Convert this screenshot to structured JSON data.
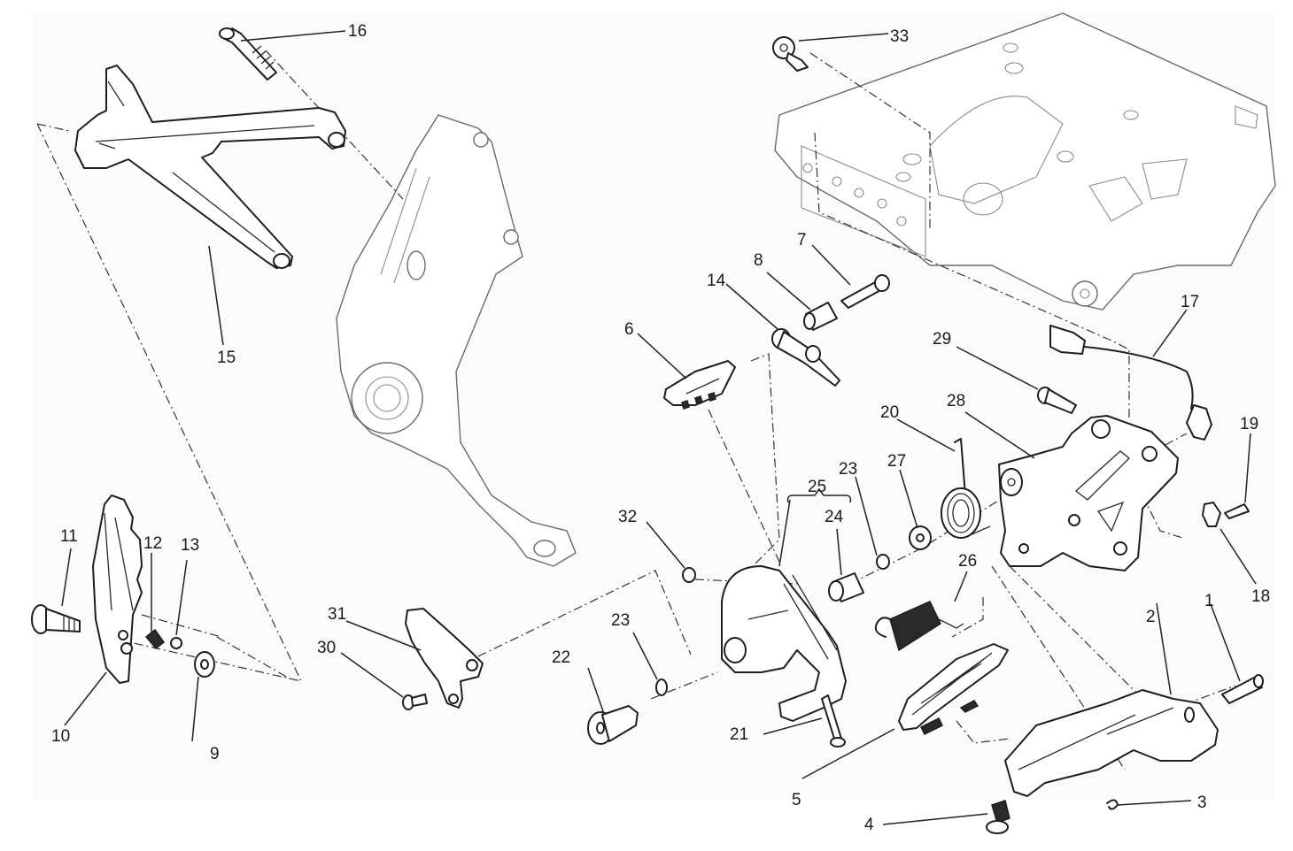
{
  "diagram": {
    "type": "exploded-parts-diagram",
    "subject": "Footrest / rear-set assembly with brake pedal",
    "background_color": "#ffffff",
    "line_color": "#1e1e1e"
  },
  "callouts": [
    {
      "id": "1",
      "label": "1",
      "part": "pin"
    },
    {
      "id": "2",
      "label": "2",
      "part": "heel-guard-bracket"
    },
    {
      "id": "3",
      "label": "3",
      "part": "clip"
    },
    {
      "id": "4",
      "label": "4",
      "part": "screw"
    },
    {
      "id": "5",
      "label": "5",
      "part": "footpeg-rubber"
    },
    {
      "id": "6",
      "label": "6",
      "part": "pedal-pad"
    },
    {
      "id": "7",
      "label": "7",
      "part": "screw"
    },
    {
      "id": "8",
      "label": "8",
      "part": "nut"
    },
    {
      "id": "9",
      "label": "9",
      "part": "washer"
    },
    {
      "id": "10",
      "label": "10",
      "part": "passenger-footpeg"
    },
    {
      "id": "11",
      "label": "11",
      "part": "pin"
    },
    {
      "id": "12",
      "label": "12",
      "part": "spring"
    },
    {
      "id": "13",
      "label": "13",
      "part": "ball"
    },
    {
      "id": "14",
      "label": "14",
      "part": "pushrod"
    },
    {
      "id": "15",
      "label": "15",
      "part": "passenger-footpeg-bracket"
    },
    {
      "id": "16",
      "label": "16",
      "part": "screw"
    },
    {
      "id": "17",
      "label": "17",
      "part": "stop-light-switch"
    },
    {
      "id": "18",
      "label": "18",
      "part": "cable-clamp"
    },
    {
      "id": "19",
      "label": "19",
      "part": "screw"
    },
    {
      "id": "20",
      "label": "20",
      "part": "return-spring"
    },
    {
      "id": "21",
      "label": "21",
      "part": "pin"
    },
    {
      "id": "22",
      "label": "22",
      "part": "pivot-bolt"
    },
    {
      "id": "23a",
      "label": "23",
      "part": "washer"
    },
    {
      "id": "23b",
      "label": "23",
      "part": "washer"
    },
    {
      "id": "24",
      "label": "24",
      "part": "bushing"
    },
    {
      "id": "25",
      "label": "25",
      "part": "brake-pedal-assembly"
    },
    {
      "id": "26",
      "label": "26",
      "part": "spring"
    },
    {
      "id": "27",
      "label": "27",
      "part": "washer"
    },
    {
      "id": "28",
      "label": "28",
      "part": "rider-footpeg-bracket"
    },
    {
      "id": "29",
      "label": "29",
      "part": "screw"
    },
    {
      "id": "30",
      "label": "30",
      "part": "screw"
    },
    {
      "id": "31",
      "label": "31",
      "part": "bracket"
    },
    {
      "id": "32",
      "label": "32",
      "part": "nut"
    },
    {
      "id": "33",
      "label": "33",
      "part": "screw"
    }
  ]
}
